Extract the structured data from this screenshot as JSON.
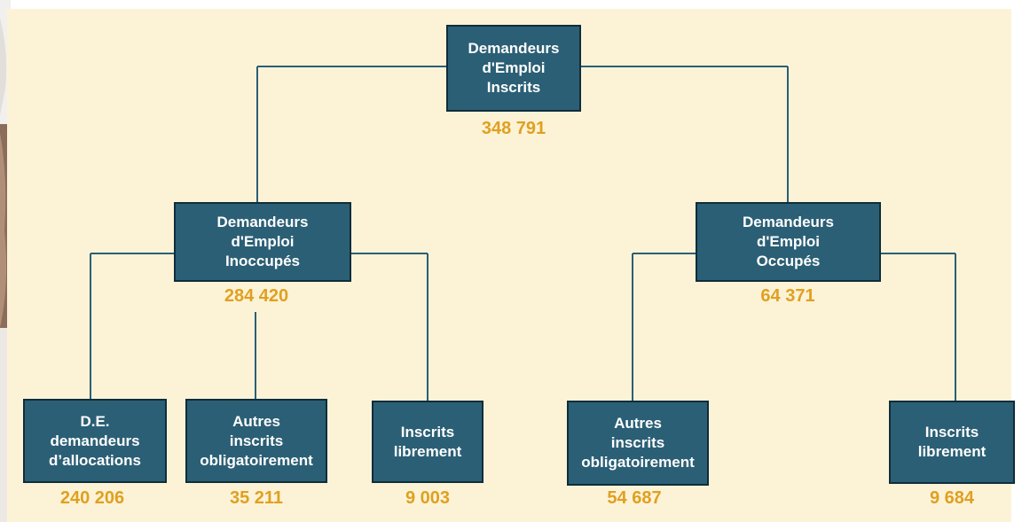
{
  "nodes": {
    "root": {
      "label": "Demandeurs\nd'Emploi\nInscrits",
      "count": "348 791"
    },
    "inoccupes": {
      "label": "Demandeurs\nd'Emploi\nInoccupés",
      "count": "284 420"
    },
    "occupes": {
      "label": "Demandeurs\nd'Emploi\nOccupés",
      "count": "64 371"
    },
    "de_allocations": {
      "label": "D.E.\ndemandeurs\nd’allocations",
      "count": "240 206"
    },
    "autres_oblig_inoccupes": {
      "label": "Autres\ninscrits\nobligatoirement",
      "count": "35 211"
    },
    "inscrits_libre_inoccupes": {
      "label": "Inscrits\nlibrement",
      "count": "9 003"
    },
    "autres_oblig_occupes": {
      "label": "Autres\ninscrits\nobligatoirement",
      "count": "54 687"
    },
    "inscrits_libre_occupes": {
      "label": "Inscrits\nlibrement",
      "count": "9 684"
    }
  },
  "colors": {
    "background": "#fcf3d7",
    "box_fill": "#2b5f75",
    "box_border": "#0f2d3b",
    "connector": "#2b5f75",
    "count_text": "#e0a020",
    "box_text": "#ffffff"
  }
}
